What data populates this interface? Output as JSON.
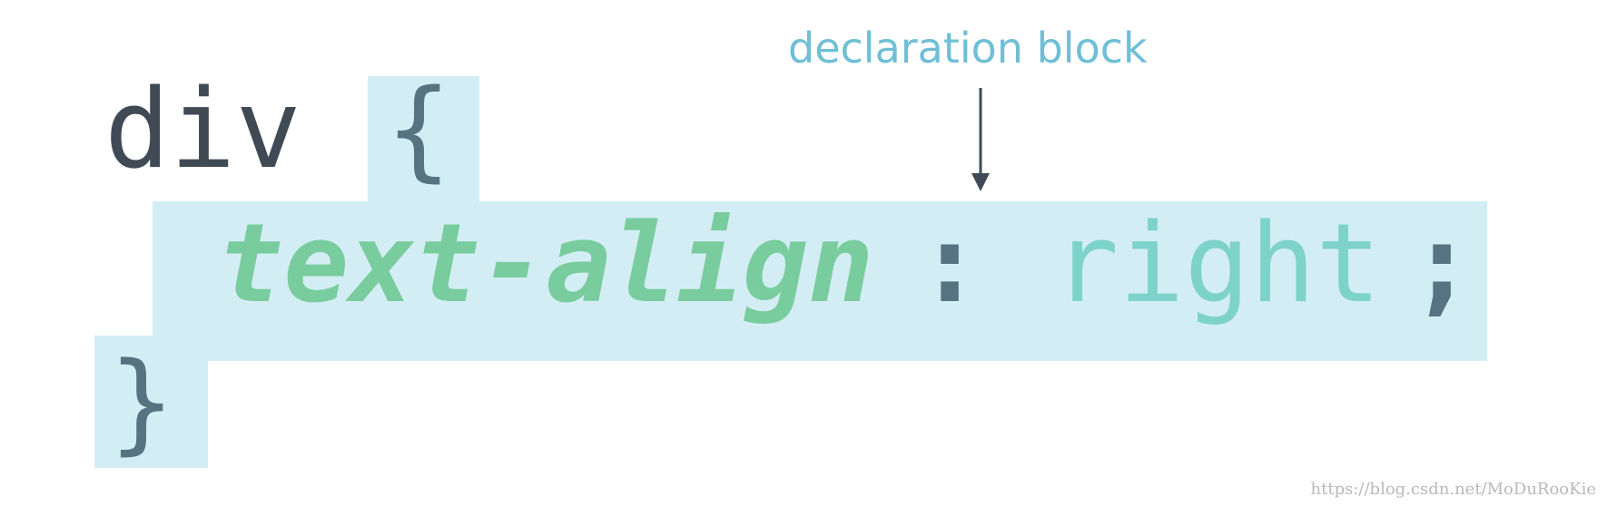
{
  "code": {
    "selector": "div",
    "open_brace": "{",
    "property": "text-align",
    "colon": ":",
    "value": "right",
    "semicolon": ";",
    "close_brace": "}"
  },
  "annotation": {
    "label": "declaration block"
  },
  "watermark": "https://blog.csdn.net/MoDuRooKie",
  "colors": {
    "highlight": "#d3edf5",
    "selector": "#3f4a55",
    "brace": "#567381",
    "property": "#79cc9d",
    "value": "#7dd3ca",
    "annotation": "#6fbfd6",
    "arrow": "#3f4a55"
  }
}
